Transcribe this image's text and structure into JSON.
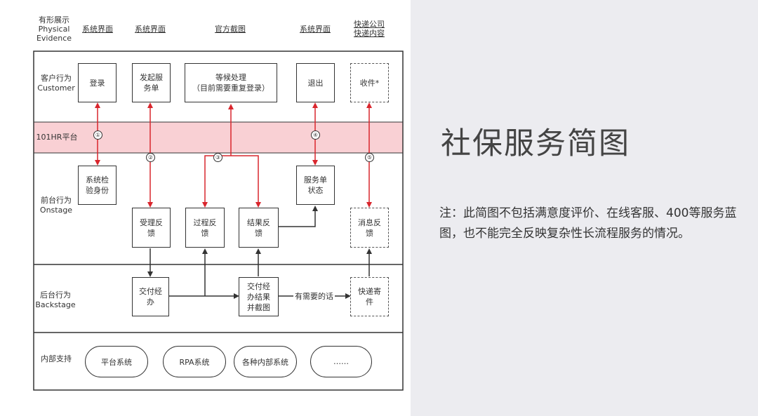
{
  "headers": {
    "evidence_label": "有形展示\nPhysical\nEvidence",
    "col1": "系统界面",
    "col2": "系统界面",
    "col3": "官方截图",
    "col4": "系统界面",
    "col5": "快递公司\n快递内容"
  },
  "lanes": {
    "customer": "客户行为\nCustomer",
    "platform": "101HR平台",
    "onstage": "前台行为\nOnstage",
    "backstage": "后台行为\nBackstage",
    "support": "内部支持"
  },
  "boxes": {
    "login": "登录",
    "start_service": "发起服\n务单",
    "wait": "等候处理\n（目前需要重复登录）",
    "logout": "退出",
    "receive": "收件*",
    "verify": "系统检\n验身份",
    "order_status": "服务单\n状态",
    "accept_feedback": "受理反\n馈",
    "process_feedback": "过程反\n馈",
    "result_feedback": "结果反\n馈",
    "message_feedback": "消息反\n馈",
    "deliver": "交付经\n办",
    "deliver_result": "交付经\n办结果\n并截图",
    "courier": "快递寄\n件"
  },
  "support": [
    "平台系统",
    "RPA系统",
    "各种内部系统",
    "……"
  ],
  "edge_label": "有需要的话",
  "markers": [
    "①",
    "②",
    "③",
    "④",
    "⑤"
  ],
  "title": "社保服务简图",
  "note": "注：此简图不包括满意度评价、在线客服、400等服务蓝图，也不能完全反映复杂性长流程服务的情况。",
  "colors": {
    "band": "#f9d0d4",
    "arrow_red": "#d9262d",
    "line": "#333333"
  }
}
